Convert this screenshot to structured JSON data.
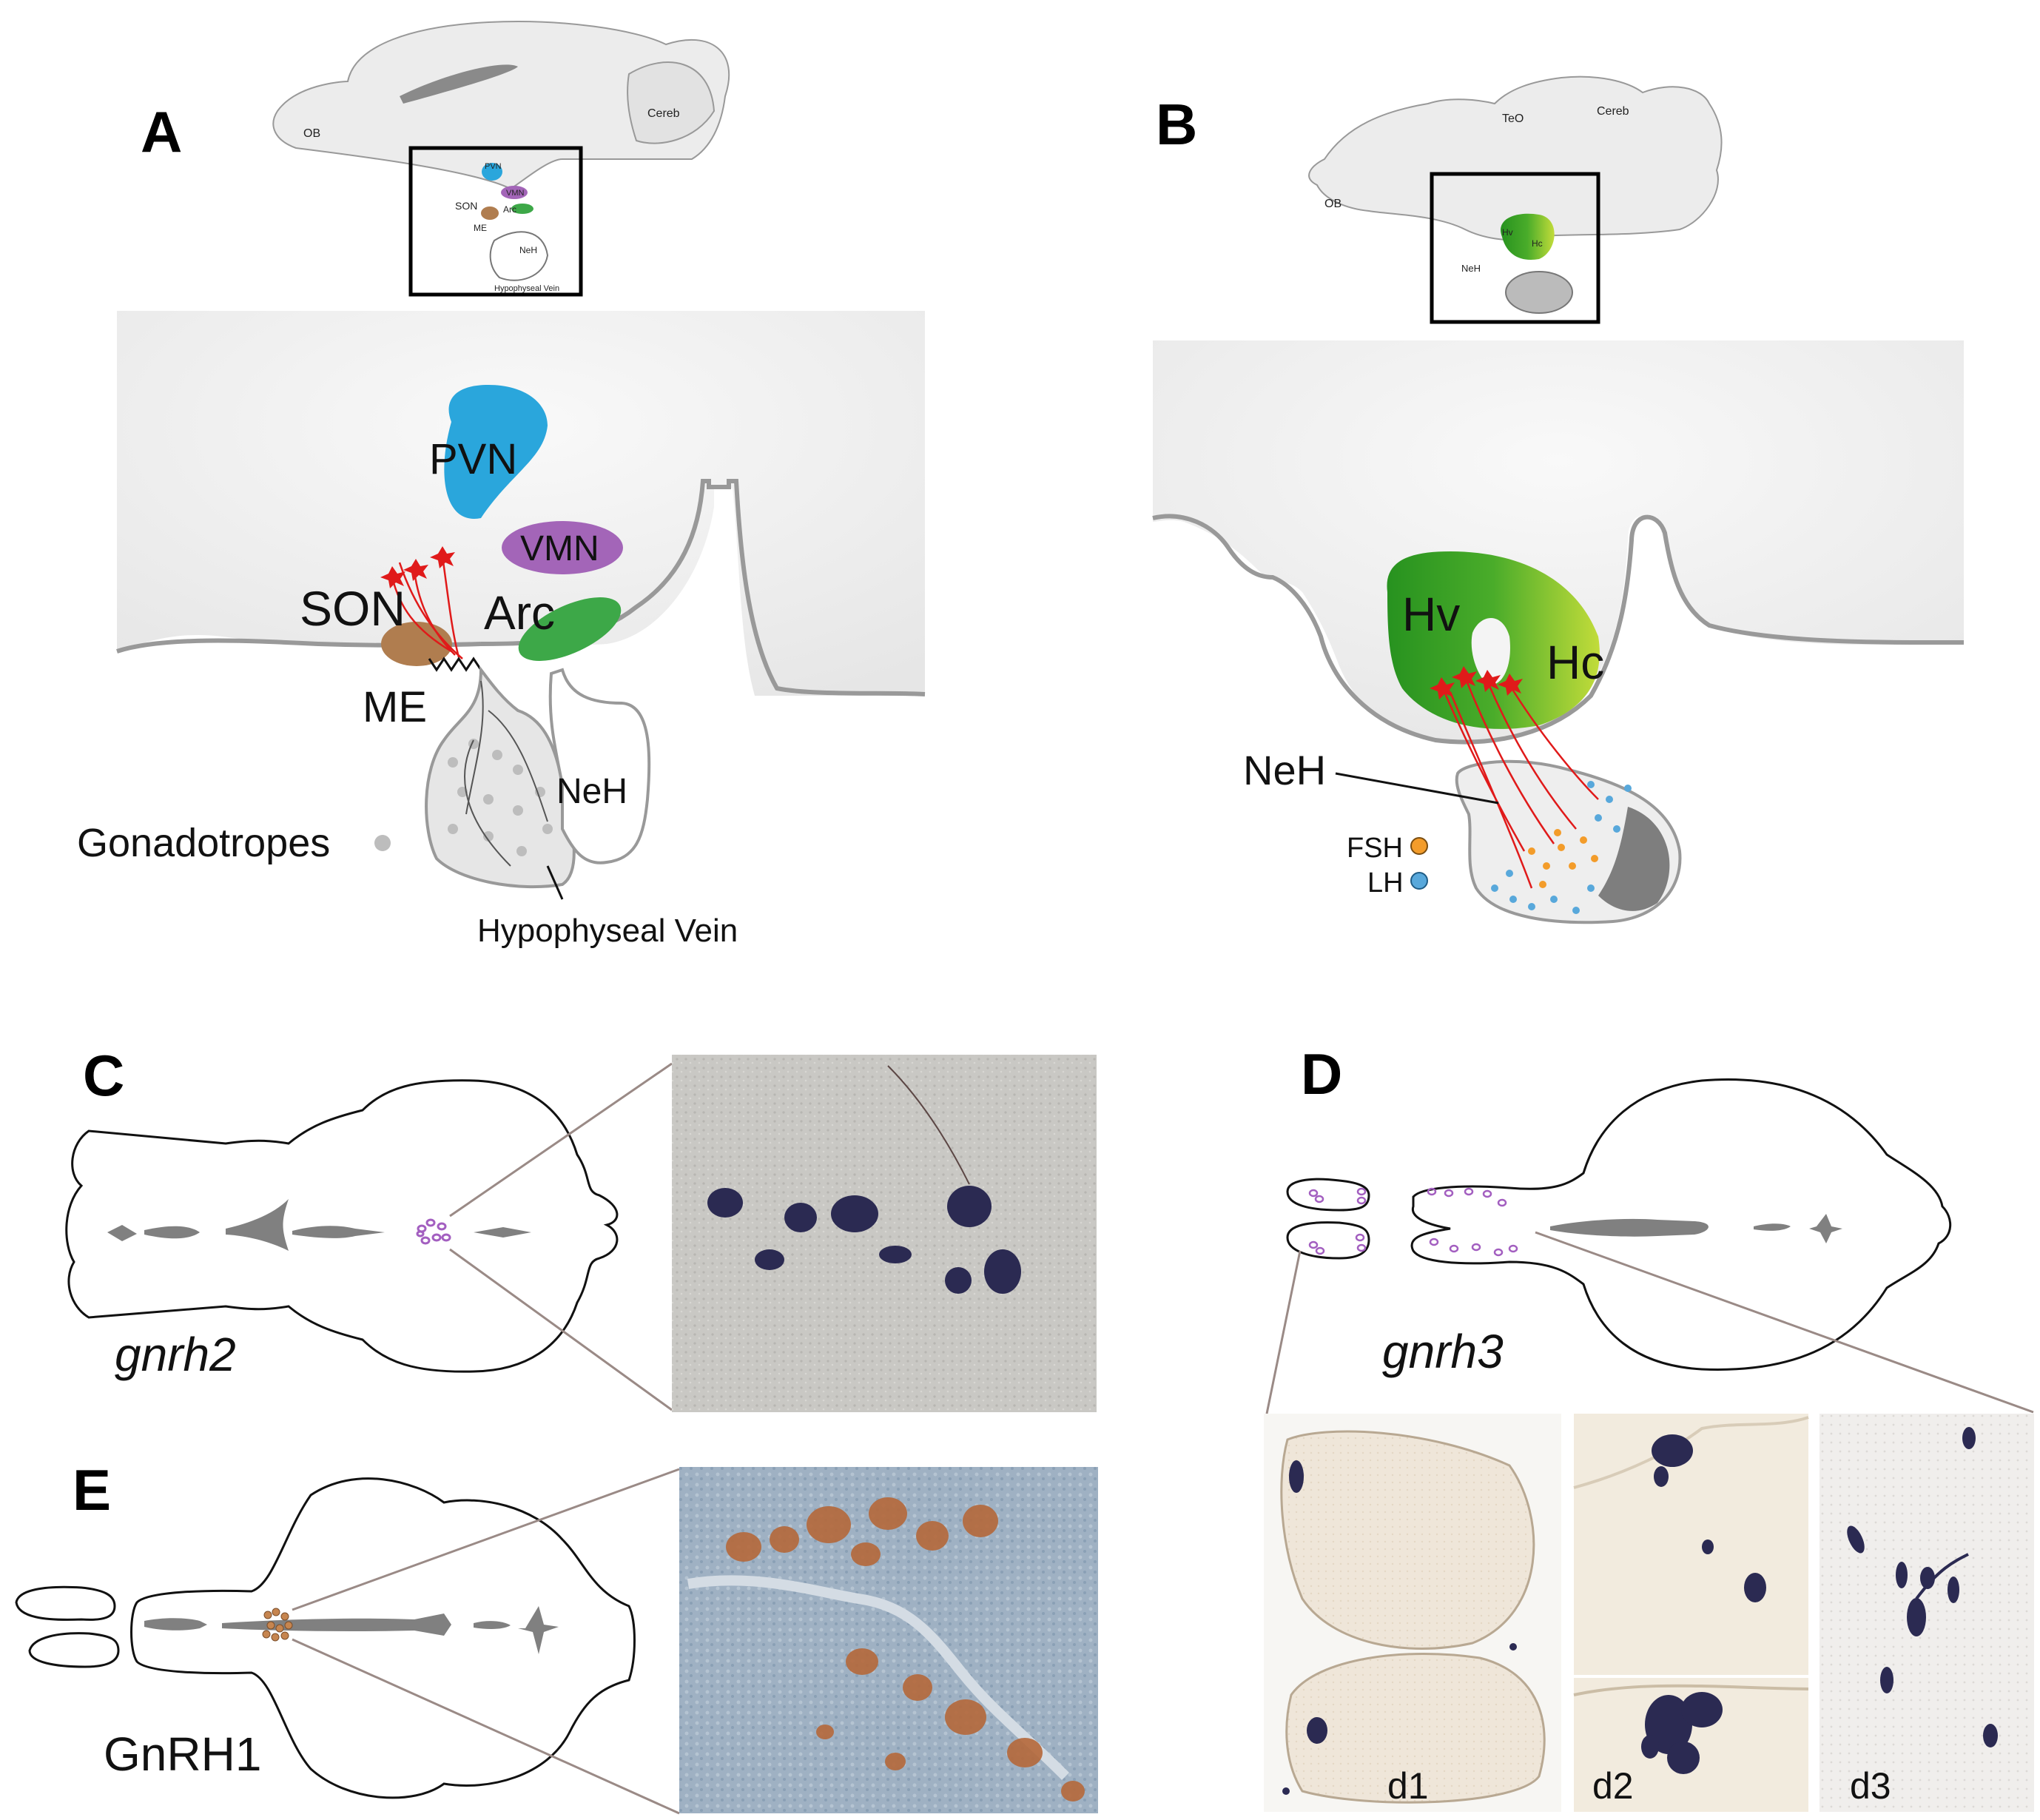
{
  "panels": {
    "A": {
      "letter": "A",
      "overview_labels": {
        "ob": "OB",
        "cereb": "Cereb",
        "pvn": "PVN",
        "vmn": "VMN",
        "son": "SON",
        "arc": "Arc",
        "me": "ME",
        "neh": "NeH",
        "vein": "Hypophyseal Vein"
      },
      "detail_labels": {
        "pvn": "PVN",
        "vmn": "VMN",
        "son": "SON",
        "arc": "Arc",
        "me": "ME",
        "neh": "NeH",
        "gonadotropes": "Gonadotropes",
        "vein": "Hypophyseal Vein"
      },
      "colors": {
        "pvn": "#2aa6dc",
        "vmn": "#a365b8",
        "arc": "#3da848",
        "son": "#b07d4f",
        "neuron": "#e01a1a",
        "brain": "#efefef"
      }
    },
    "B": {
      "letter": "B",
      "overview_labels": {
        "ob": "OB",
        "teo": "TeO",
        "cereb": "Cereb",
        "hv": "Hv",
        "hc": "Hc",
        "neh": "NeH"
      },
      "detail_labels": {
        "hv": "Hv",
        "hc": "Hc",
        "neh": "NeH",
        "fsh": "FSH",
        "lh": "LH"
      },
      "colors": {
        "hv": "#2f9a2a",
        "hc": "#b9d632",
        "fsh": "#f39c2a",
        "lh": "#58a8db",
        "neuron": "#e01a1a"
      }
    },
    "C": {
      "letter": "C",
      "gene": "gnrh2",
      "colors": {
        "dots": "#a35fc0",
        "stain": "#2b2a52"
      }
    },
    "D": {
      "letter": "D",
      "gene": "gnrh3",
      "insets": [
        "d1",
        "d2",
        "d3"
      ],
      "colors": {
        "dots": "#a35fc0",
        "stain": "#2b2a52"
      }
    },
    "E": {
      "letter": "E",
      "gene": "GnRH1",
      "colors": {
        "dots": "#c6854f",
        "stain": "#b5683a"
      }
    }
  }
}
